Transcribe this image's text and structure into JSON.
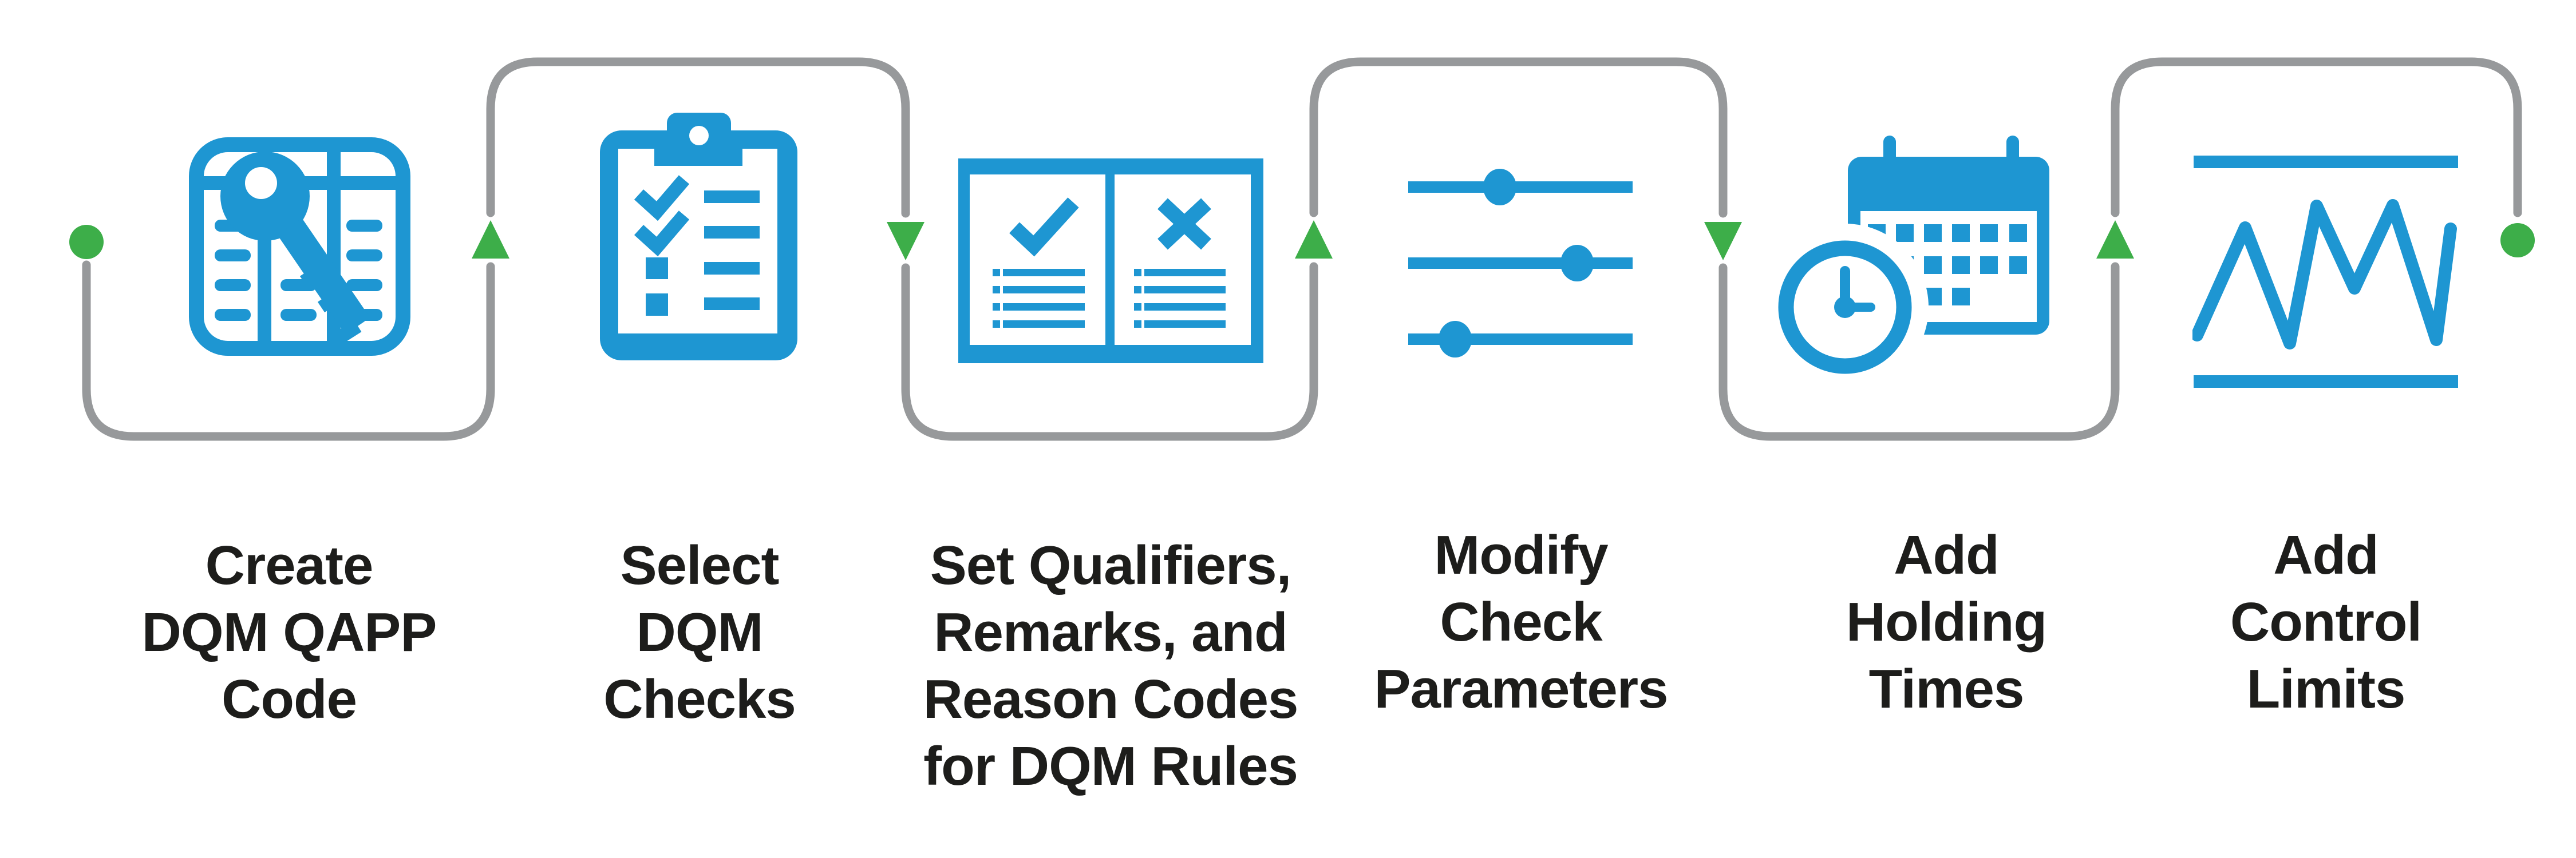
{
  "diagram": {
    "type": "process-flow",
    "direction": "left-to-right",
    "colors": {
      "icon_blue": "#1e96d2",
      "arrow_green": "#3dae49",
      "connector_gray": "#97999b",
      "label_text": "#1d1d1b",
      "background": "#ffffff"
    },
    "flow": {
      "start_marker": "green-dot",
      "end_marker": "green-dot",
      "arrow_directions": [
        "up",
        "down",
        "up",
        "down",
        "up"
      ]
    },
    "steps": [
      {
        "id": 1,
        "icon": "table-key-icon",
        "label_lines": [
          "Create",
          "DQM QAPP",
          "Code"
        ]
      },
      {
        "id": 2,
        "icon": "clipboard-checklist-icon",
        "label_lines": [
          "Select",
          "DQM",
          "Checks"
        ]
      },
      {
        "id": 3,
        "icon": "open-book-check-x-icon",
        "label_lines": [
          "Set Qualifiers,",
          "Remarks, and",
          "Reason Codes",
          "for DQM Rules"
        ]
      },
      {
        "id": 4,
        "icon": "sliders-icon",
        "label_lines": [
          "Modify",
          "Check",
          "Parameters"
        ]
      },
      {
        "id": 5,
        "icon": "calendar-clock-icon",
        "label_lines": [
          "Add",
          "Holding",
          "Times"
        ]
      },
      {
        "id": 6,
        "icon": "control-chart-icon",
        "label_lines": [
          "Add",
          "Control",
          "Limits"
        ]
      }
    ]
  }
}
